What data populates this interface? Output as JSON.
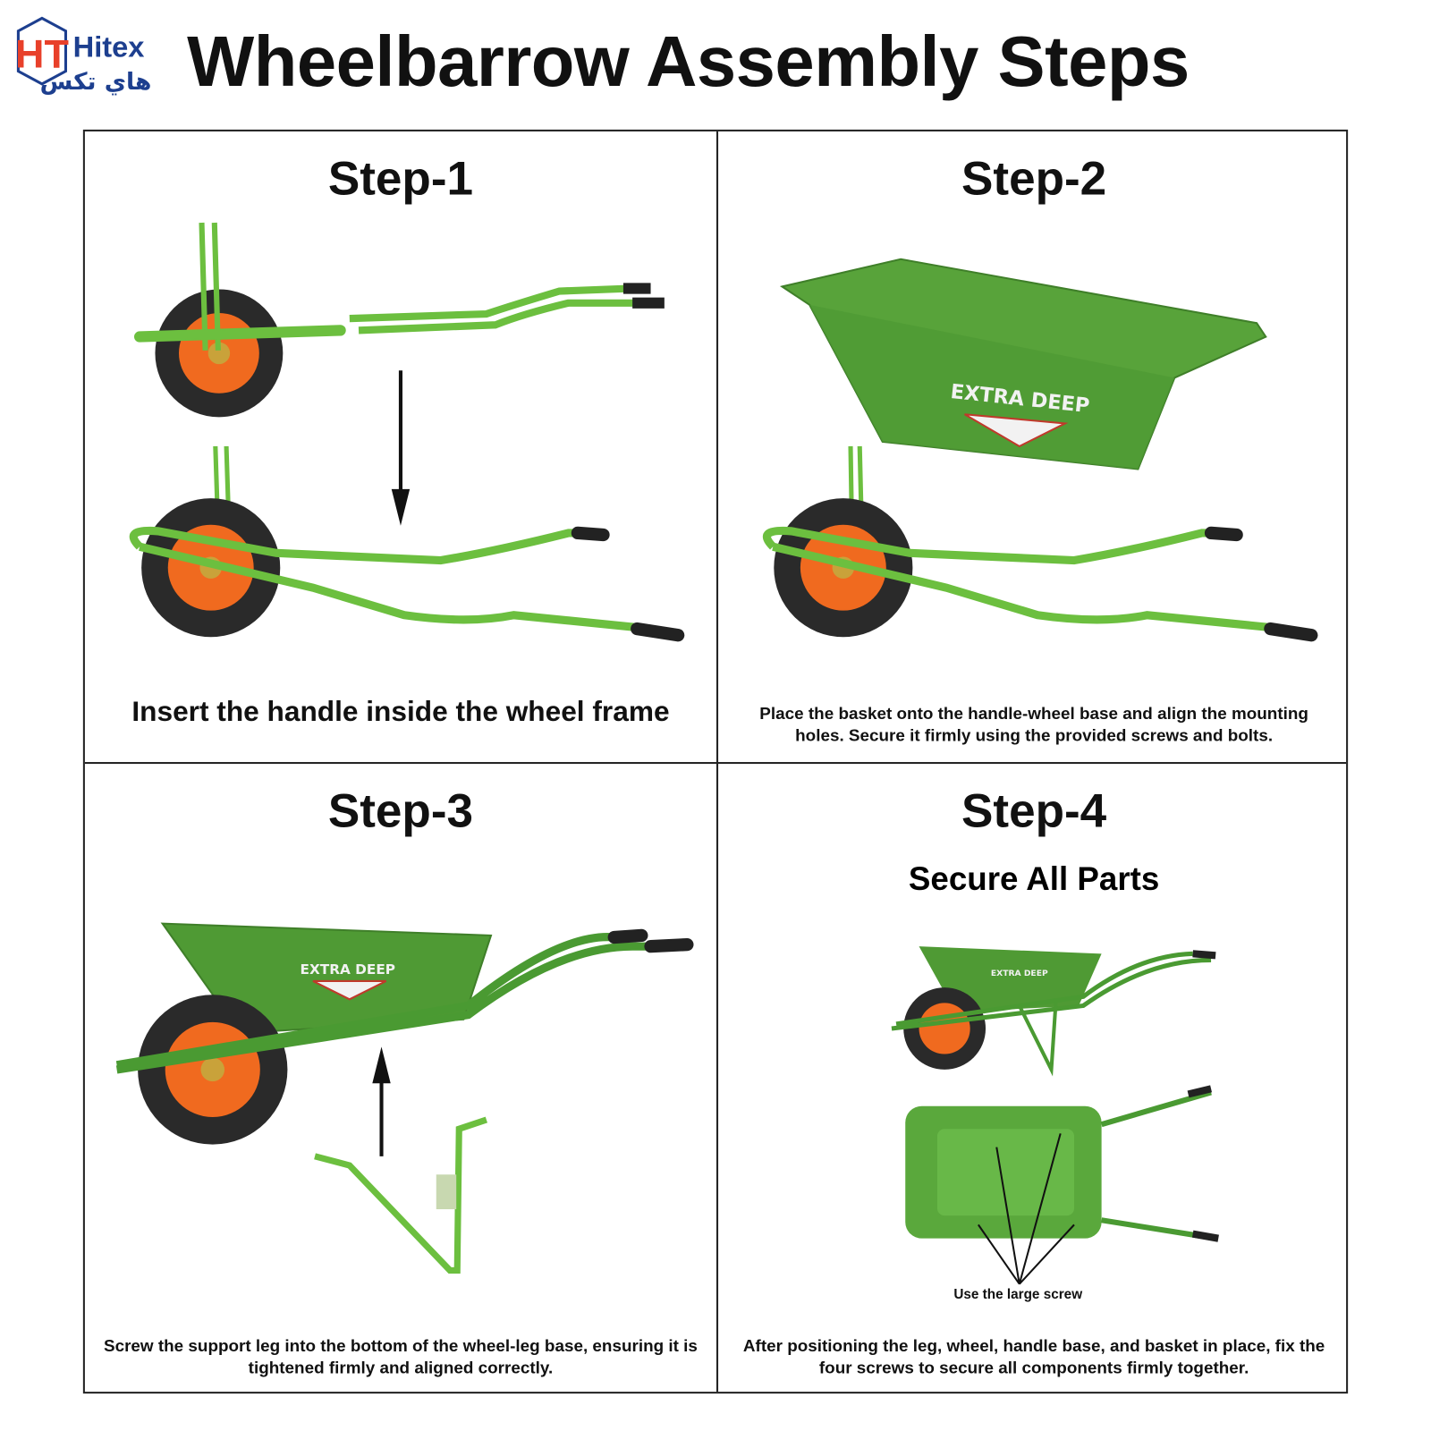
{
  "header": {
    "title": "Wheelbarrow Assembly Steps",
    "logo": {
      "text": "Hitex",
      "arabic": "هاي تكس",
      "mark": "HT"
    }
  },
  "colors": {
    "frame_green": "#6cbf3f",
    "basket_green": "#4f9a34",
    "wheel_orange": "#f06a1f",
    "tire": "#222222",
    "logo_red": "#e8402a",
    "logo_blue": "#1d3f8f"
  },
  "product_label": "EXTRA DEEP",
  "steps": [
    {
      "title": "Step-1",
      "caption": "Insert the handle inside the wheel frame"
    },
    {
      "title": "Step-2",
      "caption": "Place the basket onto the handle-wheel base and align the mounting holes. Secure it firmly using the provided screws and bolts."
    },
    {
      "title": "Step-3",
      "caption": "Screw the support leg into the bottom of the wheel-leg base, ensuring it is tightened firmly and aligned correctly."
    },
    {
      "title": "Step-4",
      "subtitle": "Secure All Parts",
      "note": "Use the large screw",
      "caption": "After positioning the leg, wheel, handle base, and basket in place, fix the four screws to secure all components firmly together."
    }
  ]
}
